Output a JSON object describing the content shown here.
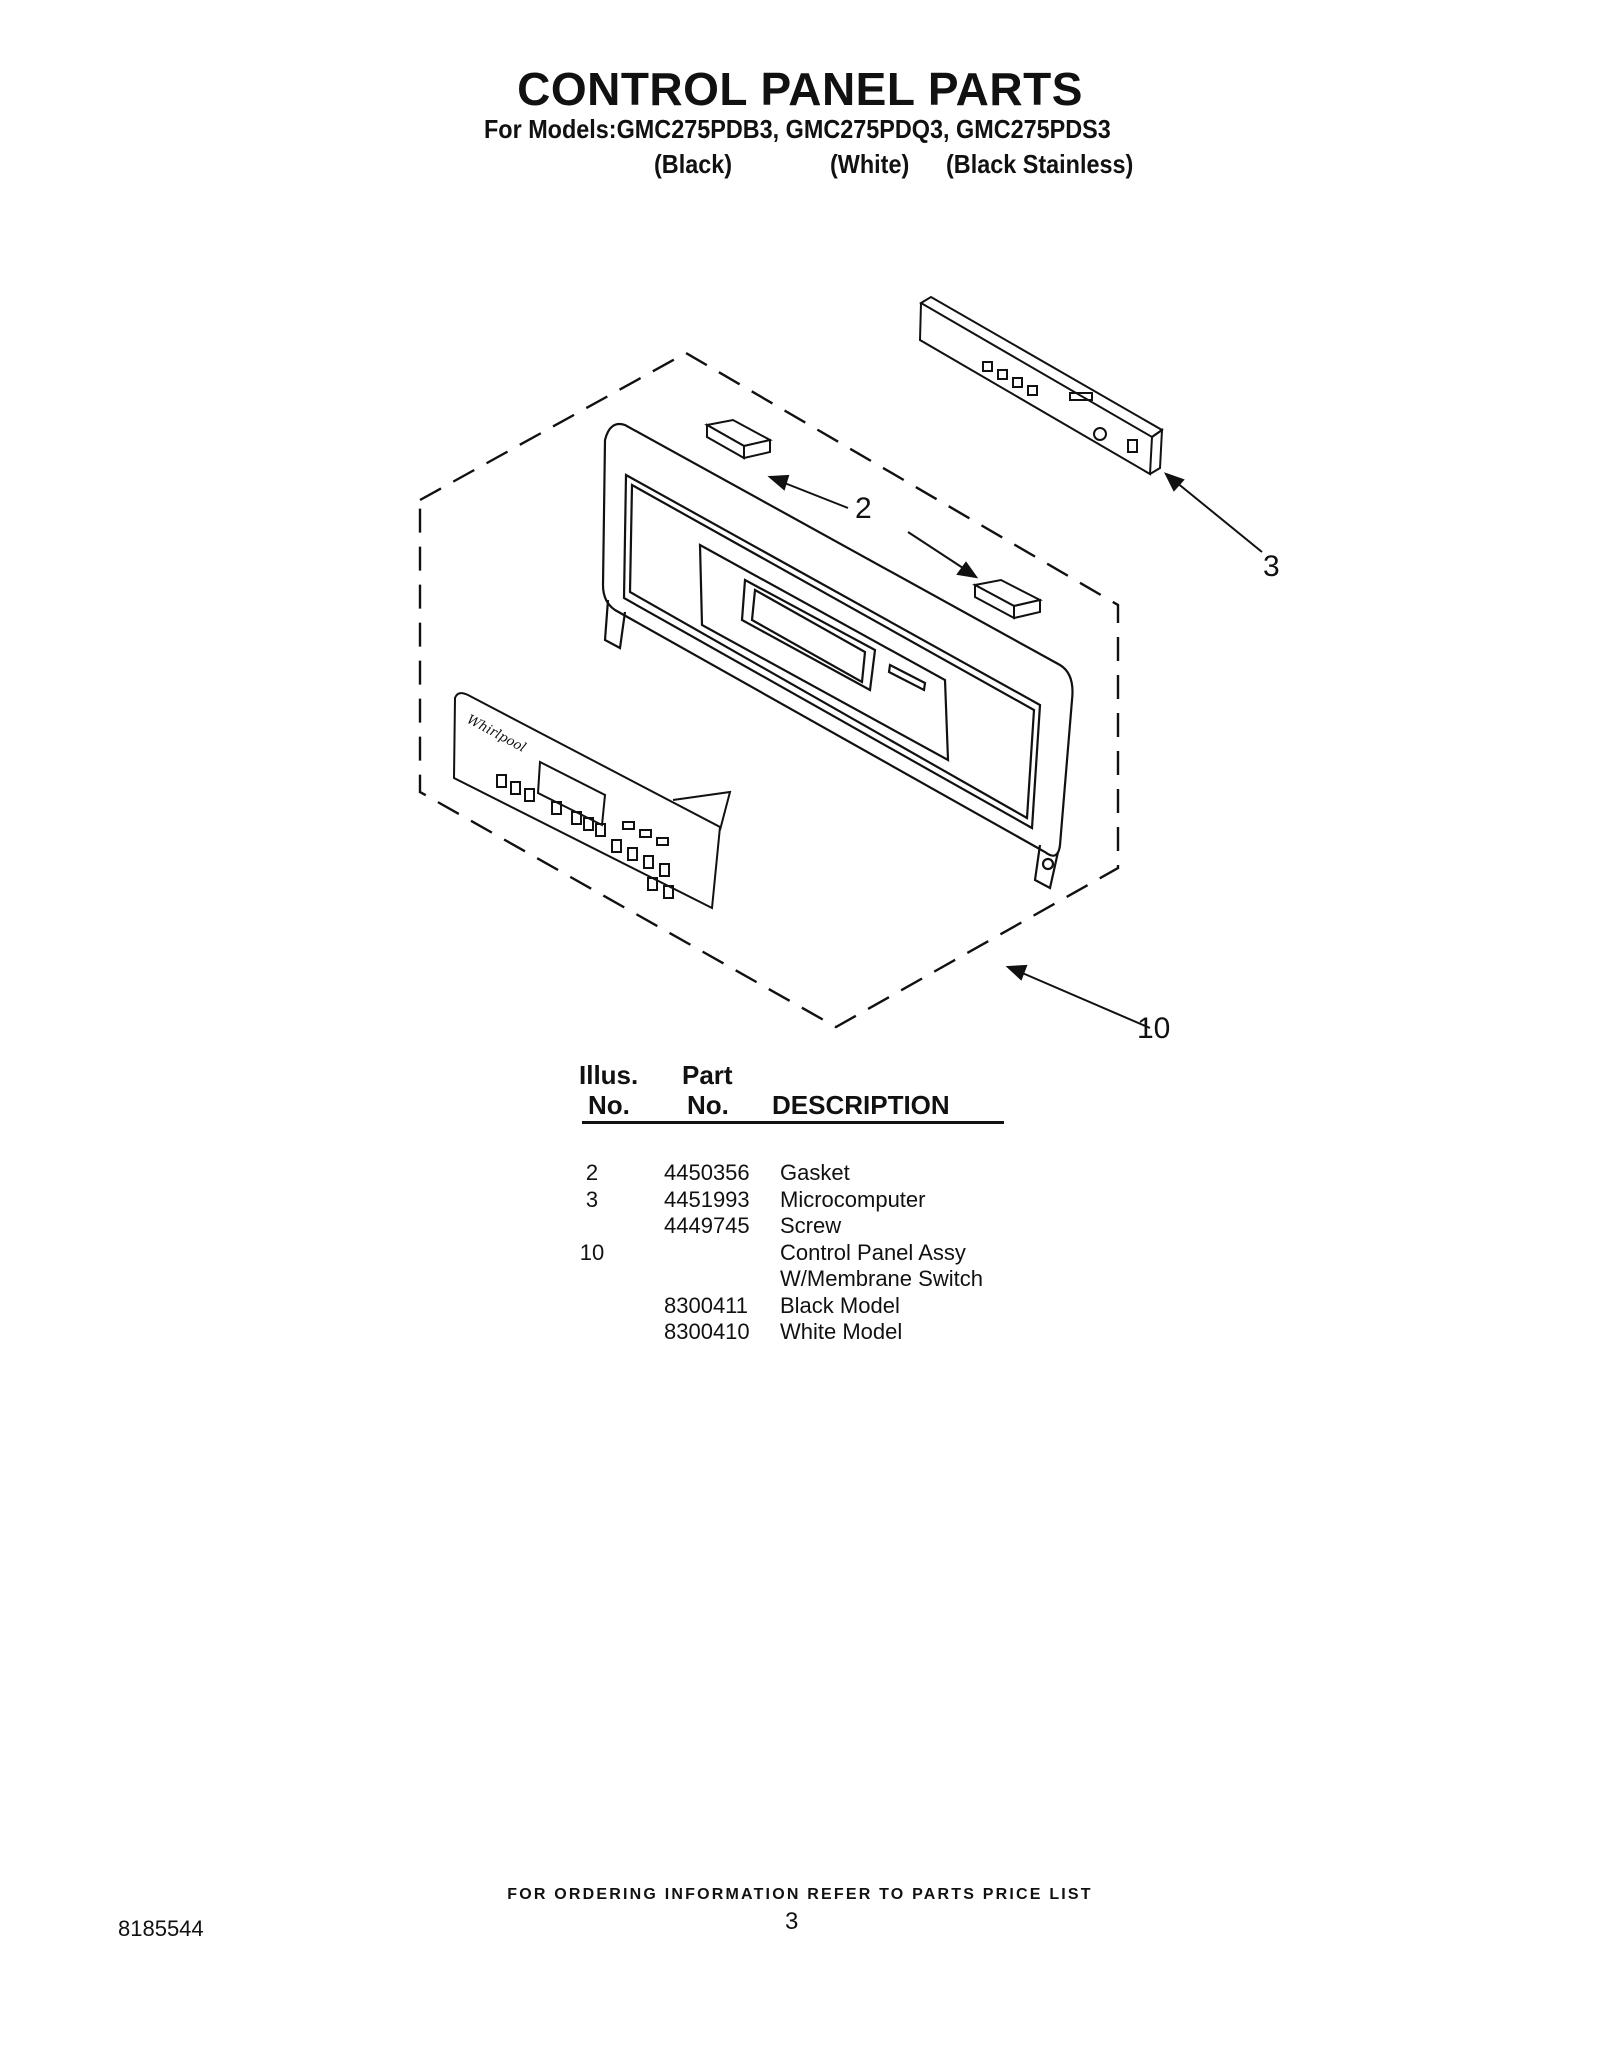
{
  "header": {
    "title": "CONTROL PANEL PARTS",
    "models_line": "For Models:GMC275PDB3, GMC275PDQ3, GMC275PDS3",
    "variants": [
      "(Black)",
      "(White)",
      "(Black Stainless)"
    ]
  },
  "diagram": {
    "callouts": [
      "2",
      "3",
      "10"
    ],
    "logo_text": "Whirlpool"
  },
  "table": {
    "col_illus": [
      "Illus.",
      "No."
    ],
    "col_part": [
      "Part",
      "No."
    ],
    "col_desc": "DESCRIPTION",
    "rows": [
      {
        "illus": "2",
        "part": "4450356",
        "desc": "Gasket"
      },
      {
        "illus": "3",
        "part": "4451993",
        "desc": "Microcomputer"
      },
      {
        "illus": "",
        "part": "4449745",
        "desc": "Screw"
      },
      {
        "illus": "10",
        "part": "",
        "desc": "Control Panel Assy"
      },
      {
        "illus": "",
        "part": "",
        "desc": "W/Membrane Switch"
      },
      {
        "illus": "",
        "part": "8300411",
        "desc": "Black Model"
      },
      {
        "illus": "",
        "part": "8300410",
        "desc": "White Model"
      }
    ]
  },
  "footer": {
    "ordering_note": "FOR ORDERING INFORMATION REFER TO PARTS PRICE LIST",
    "doc_number": "8185544",
    "page_number": "3"
  }
}
